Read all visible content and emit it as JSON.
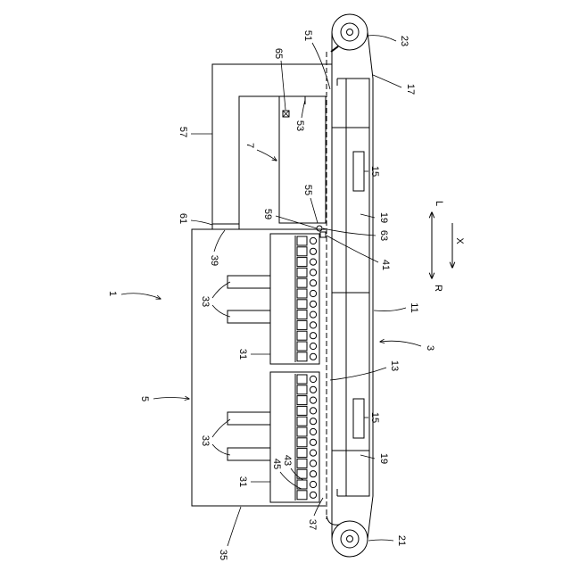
{
  "figure": {
    "labels": {
      "ref_1": "1",
      "ref_3": "3",
      "ref_5": "5",
      "ref_7": "7",
      "ref_11": "11",
      "ref_13": "13",
      "ref_15_upper": "15",
      "ref_15_lower": "15",
      "ref_17": "17",
      "ref_19_upper": "19",
      "ref_19_lower": "19",
      "ref_21": "21",
      "ref_23": "23",
      "ref_31_upper": "31",
      "ref_31_lower": "31",
      "ref_33_upper": "33",
      "ref_33_lower": "33",
      "ref_35": "35",
      "ref_37": "37",
      "ref_39": "39",
      "ref_41": "41",
      "ref_43": "43",
      "ref_45": "45",
      "ref_51": "51",
      "ref_53": "53",
      "ref_55": "55",
      "ref_57": "57",
      "ref_59": "59",
      "ref_61": "61",
      "ref_63": "63",
      "ref_65": "65"
    },
    "directions": {
      "left": "L",
      "right": "R",
      "conveyance": "X"
    }
  },
  "colors": {
    "line": "#000000",
    "background": "#ffffff"
  }
}
